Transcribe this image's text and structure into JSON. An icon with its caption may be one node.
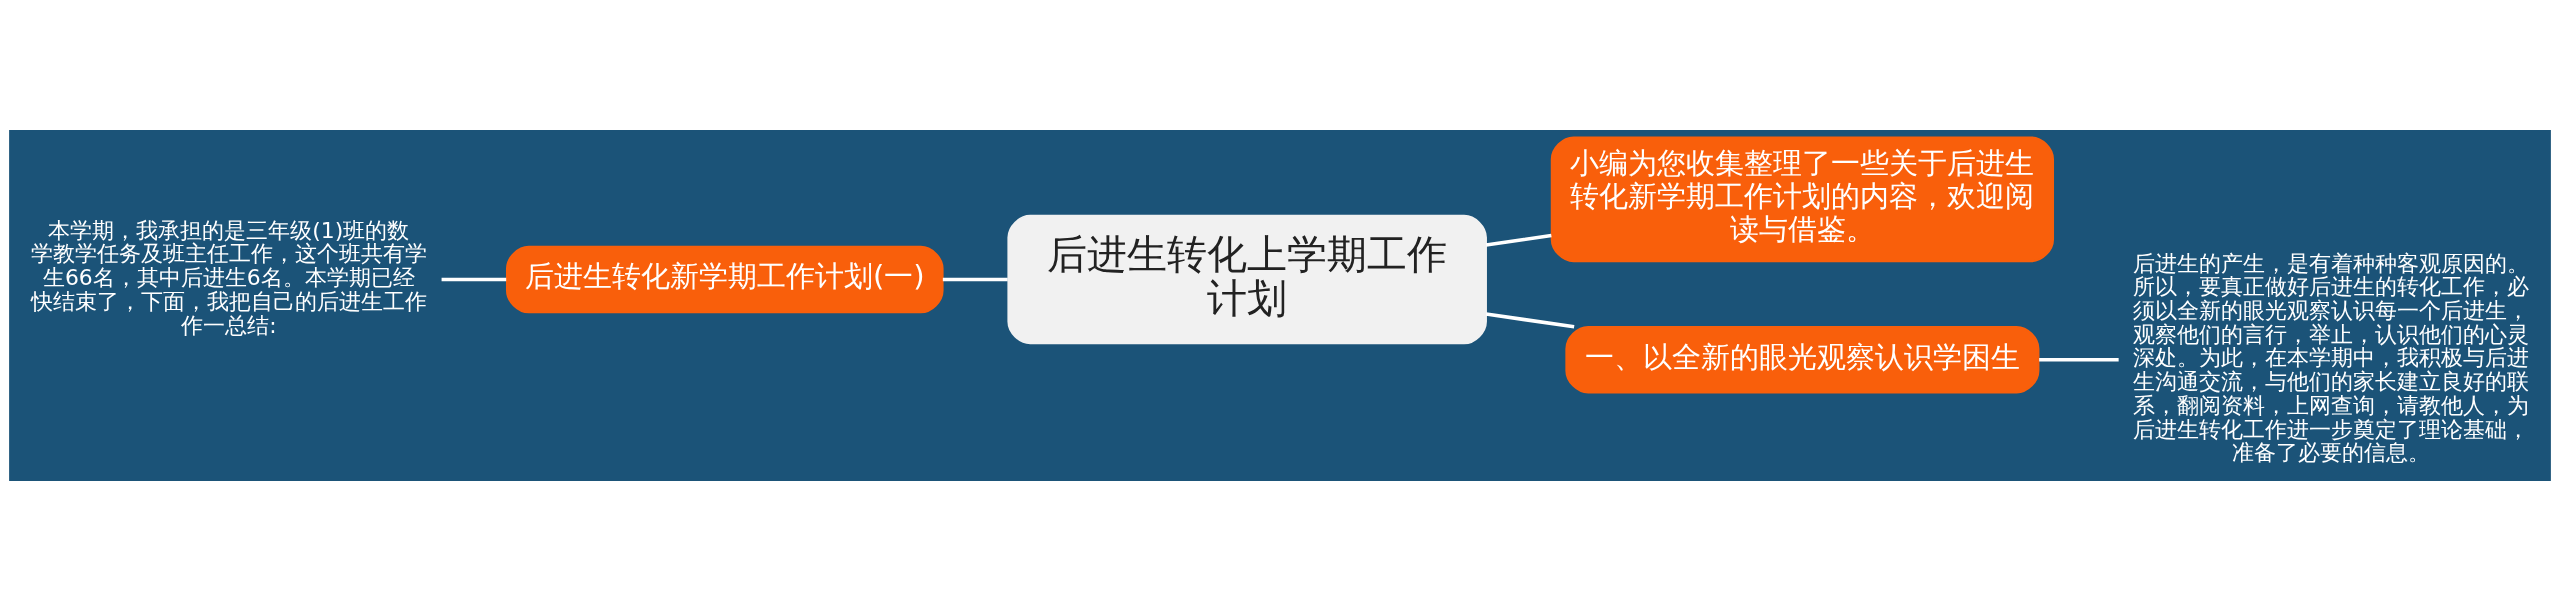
{
  "diagram": {
    "nodes": [
      {
        "text": [
          "后进生转化上学期工作计划"
        ]
      },
      {
        "text": [
          "后进生转化新学期工作计划(一)"
        ]
      },
      {
        "text": [
          "本学期，我承担的是三年级(1)班的数学教学任务及班主任工作，这个班共有学生66名，其中后进生6名。本学期已经快结束了，下面，我把自己的后进生工作作一总结:"
        ]
      },
      {
        "text": [
          "小编为您收集整理了一些关于后进生转化新学期工作计划的内容，欢迎阅读与借鉴。"
        ]
      },
      {
        "text": [
          "一、以全新的眼光观察认识学困生"
        ]
      },
      {
        "text": [
          "后进生的产生，是有着种种客观原因的。所以，要真正做好后进生的转化工作，必须以全新的眼光观察认识每一个后进生，观察他们的言行，举止，认识他们的心灵深处。为此，在本学期中，我积极与后进生沟通交流，与他们的家长建立良好的联系，翻阅资料，上网查询，请教他人，为后进生转化工作进一步奠定了理论基础，准备了必要的信息。"
        ]
      }
    ],
    "edges": [
      {
        "from": 0,
        "to": 1,
        "arrow": "none"
      },
      {
        "from": 1,
        "to": 2,
        "arrow": "none"
      },
      {
        "from": 0,
        "to": 3,
        "arrow": "none"
      },
      {
        "from": 0,
        "to": 4,
        "arrow": "none"
      },
      {
        "from": 4,
        "to": 5,
        "arrow": "none"
      }
    ]
  }
}
